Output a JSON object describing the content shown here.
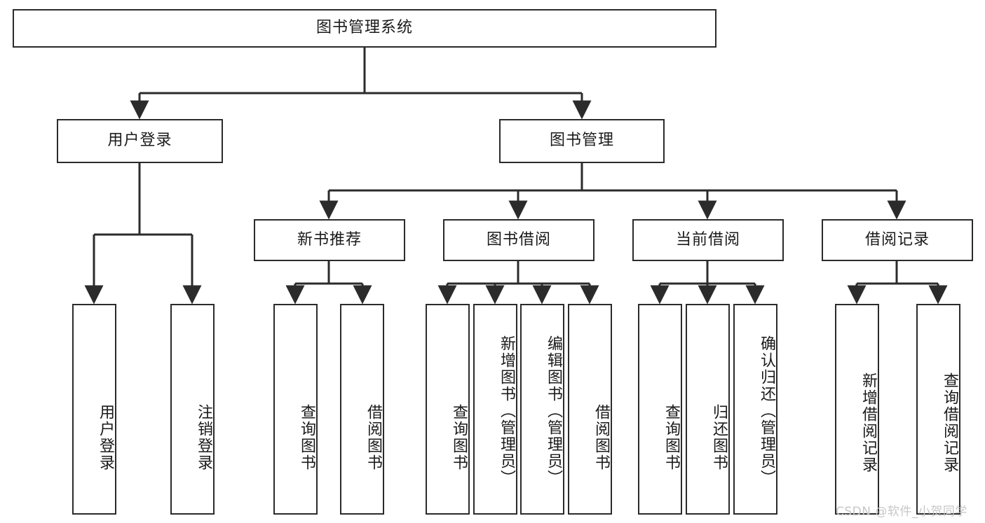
{
  "diagram": {
    "title": "图书管理系统",
    "type": "tree-hierarchy",
    "watermark": "CSDN @软件_小贺同学",
    "colors": {
      "background": "#ffffff",
      "node_border": "#2b2b2b",
      "node_fill": "#ffffff",
      "edge": "#2b2b2b",
      "text": "#1a1a1a",
      "watermark": "#c7c7c7"
    },
    "levels": {
      "root": "图书管理系统",
      "level2": [
        "用户登录",
        "图书管理"
      ],
      "level3": [
        "新书推荐",
        "图书借阅",
        "当前借阅",
        "借阅记录"
      ]
    }
  },
  "nodes": {
    "root": {
      "label": "图书管理系统"
    },
    "user_login": {
      "label": "用户登录"
    },
    "book_manage": {
      "label": "图书管理"
    },
    "new_book_rec": {
      "label": "新书推荐"
    },
    "book_borrow": {
      "label": "图书借阅"
    },
    "current_borrow": {
      "label": "当前借阅"
    },
    "borrow_record": {
      "label": "借阅记录"
    }
  },
  "leaves": {
    "user_login_1": {
      "label": "用户登录"
    },
    "user_login_2": {
      "label": "注销登录"
    },
    "new_book_1": {
      "label": "查询图书"
    },
    "new_book_2": {
      "label": "借阅图书"
    },
    "borrow_1": {
      "label": "查询图书"
    },
    "borrow_2": {
      "label": "新增图书（管理员）"
    },
    "borrow_3": {
      "label": "编辑图书（管理员）"
    },
    "borrow_4": {
      "label": "借阅图书"
    },
    "current_1": {
      "label": "查询图书"
    },
    "current_2": {
      "label": "归还图书"
    },
    "current_3": {
      "label": "确认归还（管理员）"
    },
    "record_1": {
      "label": "新增借阅记录"
    },
    "record_2": {
      "label": "查询借阅记录"
    }
  }
}
